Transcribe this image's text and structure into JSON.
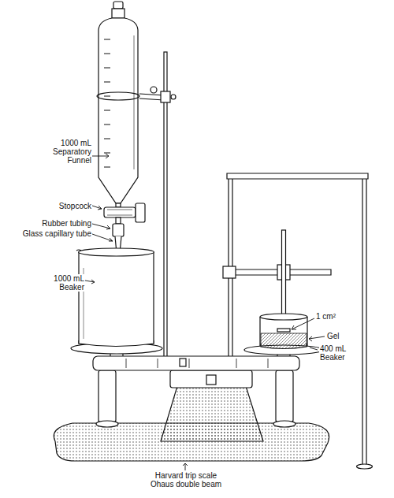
{
  "diagram": {
    "labels": [
      "1000 mL Separatory Funnel",
      "Stopcock",
      "Rubber tubing",
      "Glass capillary tube",
      "1000 mL Beaker",
      "1 cm²",
      "Gel",
      "400 mL Beaker",
      "Harvard trip scale Ohaus double beam"
    ]
  }
}
